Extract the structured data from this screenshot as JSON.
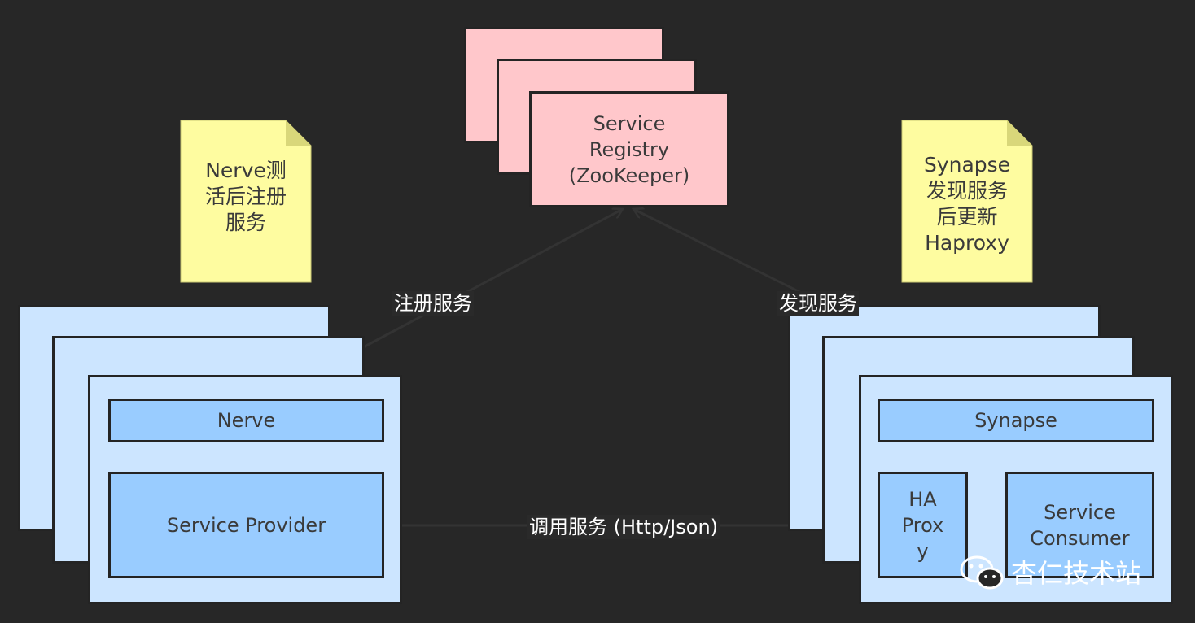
{
  "registry": {
    "label": "Service\nRegistry\n(ZooKeeper)"
  },
  "provider_side": {
    "note": "Nerve测\n活后注册\n服务",
    "nerve_label": "Nerve",
    "provider_label": "Service Provider"
  },
  "consumer_side": {
    "note": "Synapse\n发现服务\n后更新\nHaproxy",
    "synapse_label": "Synapse",
    "haproxy_label": "HA\nProx\ny",
    "consumer_label": "Service\nConsumer"
  },
  "edges": {
    "register_label": "注册服务",
    "discover_label": "发现服务",
    "invoke_label": "调用服务 (Http/Json)"
  },
  "watermark": {
    "text": "杏仁技术站",
    "icon": "wechat-icon"
  },
  "colors": {
    "background": "#272727",
    "registry_fill": "#ffc7cb",
    "host_fill": "#cce5ff",
    "component_fill": "#99ccff",
    "note_fill": "#fefca0"
  }
}
